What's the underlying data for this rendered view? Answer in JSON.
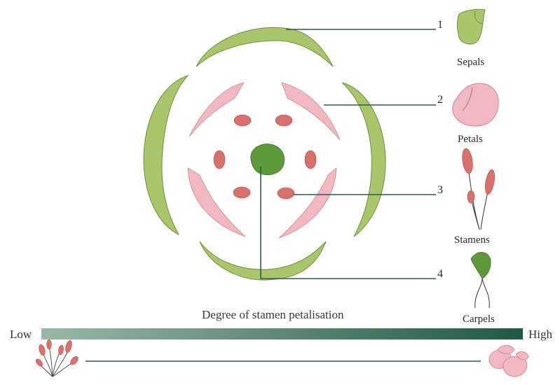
{
  "title": "Degree of stamen petalisation",
  "scale": {
    "low_label": "Low",
    "high_label": "High"
  },
  "whorls": [
    {
      "number": "1",
      "name": "Sepals"
    },
    {
      "number": "2",
      "name": "Petals"
    },
    {
      "number": "3",
      "name": "Stamens"
    },
    {
      "number": "4",
      "name": "Carpels"
    }
  ],
  "colors": {
    "sepal": "#a9c76a",
    "petal": "#f2b8c2",
    "stamen": "#d9706c",
    "carpel": "#5f9a3a",
    "line": "#2d5d4f",
    "gradient_start": "#9bb7a8",
    "gradient_end": "#1f5a45"
  }
}
